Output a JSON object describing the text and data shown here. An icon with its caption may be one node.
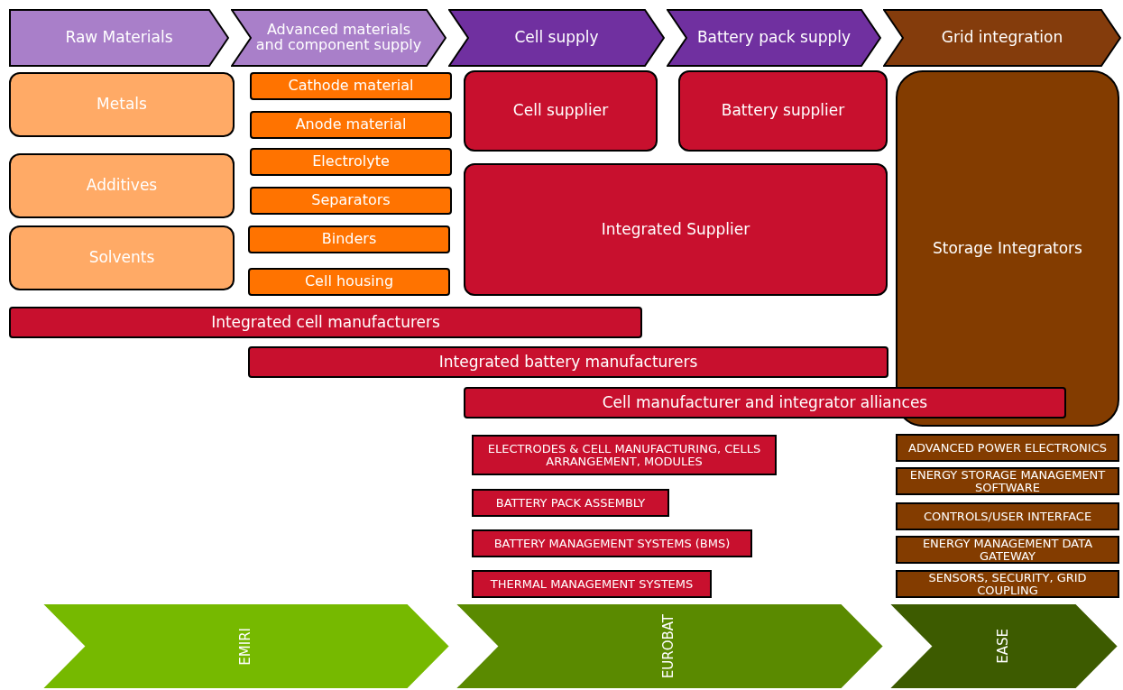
{
  "diagram": {
    "nodes": [
      {
        "text": [
          "Raw Materials"
        ]
      },
      {
        "text": [
          "Advanced materials and component supply"
        ]
      },
      {
        "text": [
          "Cell supply"
        ]
      },
      {
        "text": [
          "Battery pack supply"
        ]
      },
      {
        "text": [
          "Grid integration"
        ]
      },
      {
        "text": [
          "Metals"
        ]
      },
      {
        "text": [
          "Additives"
        ]
      },
      {
        "text": [
          "Solvents"
        ]
      },
      {
        "text": [
          "Cathode material"
        ]
      },
      {
        "text": [
          "Anode material"
        ]
      },
      {
        "text": [
          "Electrolyte"
        ]
      },
      {
        "text": [
          "Separators"
        ]
      },
      {
        "text": [
          "Binders"
        ]
      },
      {
        "text": [
          "Cell housing"
        ]
      },
      {
        "text": [
          "Cell supplier"
        ]
      },
      {
        "text": [
          "Battery supplier"
        ]
      },
      {
        "text": [
          "Integrated Supplier"
        ]
      },
      {
        "text": [
          "Storage Integrators"
        ]
      },
      {
        "text": [
          "Integrated cell manufacturers"
        ]
      },
      {
        "text": [
          "Integrated battery manufacturers"
        ]
      },
      {
        "text": [
          "Cell manufacturer and integrator alliances"
        ]
      },
      {
        "text": [
          "ELECTRODES & CELL MANUFACTURING, CELLS ARRANGEMENT, MODULES"
        ]
      },
      {
        "text": [
          "BATTERY PACK ASSEMBLY"
        ]
      },
      {
        "text": [
          "BATTERY MANAGEMENT SYSTEMS (BMS)"
        ]
      },
      {
        "text": [
          "THERMAL MANAGEMENT SYSTEMS"
        ]
      },
      {
        "text": [
          "ADVANCED POWER ELECTRONICS"
        ]
      },
      {
        "text": [
          "ENERGY STORAGE MANAGEMENT SOFTWARE"
        ]
      },
      {
        "text": [
          "CONTROLS/USER INTERFACE"
        ]
      },
      {
        "text": [
          "ENERGY MANAGEMENT DATA GATEWAY"
        ]
      },
      {
        "text": [
          "SENSORS, SECURITY, GRID COUPLING"
        ]
      },
      {
        "text": [
          "EMIRI"
        ]
      },
      {
        "text": [
          "EUROBAT"
        ]
      },
      {
        "text": [
          "EASE"
        ]
      }
    ],
    "edges": []
  }
}
